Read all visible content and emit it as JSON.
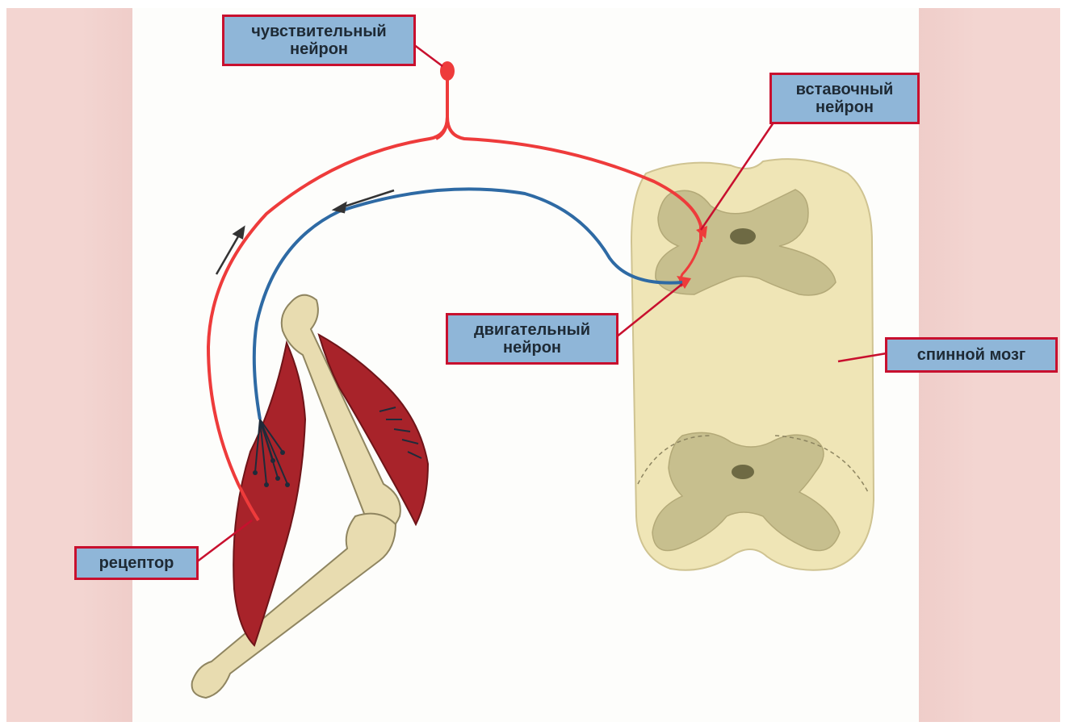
{
  "labels": {
    "sensory": "чувствительный\nнейрон",
    "interneuron": "вставочный\nнейрон",
    "motor": "двигательный\nнейрон",
    "spinal_cord": "спинной мозг",
    "receptor": "рецептор"
  },
  "colors": {
    "label_fill": "#8fb6d8",
    "label_border": "#c8102e",
    "sensory_path": "#ee3b3b",
    "motor_path": "#2e6aa4",
    "muscle": "#a8232a",
    "bone": "#e8dcb0",
    "spinal_white": "#efe5b6",
    "spinal_gray": "#c7bf8e"
  }
}
